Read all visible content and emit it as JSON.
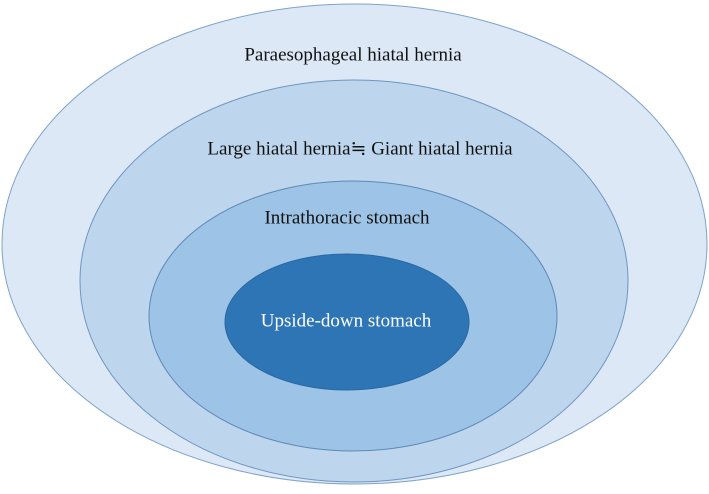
{
  "diagram": {
    "levels": [
      {
        "label": "Paraesophageal hiatal hernia",
        "fill": "#dce8f5",
        "stroke": "#7fa3c9",
        "text_color": "#111111"
      },
      {
        "label": "Large hiatal hernia≒ Giant hiatal hernia",
        "fill": "#bdd6ee",
        "stroke": "#6f96c0",
        "text_color": "#111111"
      },
      {
        "label": "Intrathoracic stomach",
        "fill": "#9dc3e6",
        "stroke": "#5f89b7",
        "text_color": "#111111"
      },
      {
        "label": "Upside-down stomach",
        "fill": "#2e75b6",
        "stroke": "#2a68a3",
        "text_color": "#ffffff"
      }
    ]
  }
}
